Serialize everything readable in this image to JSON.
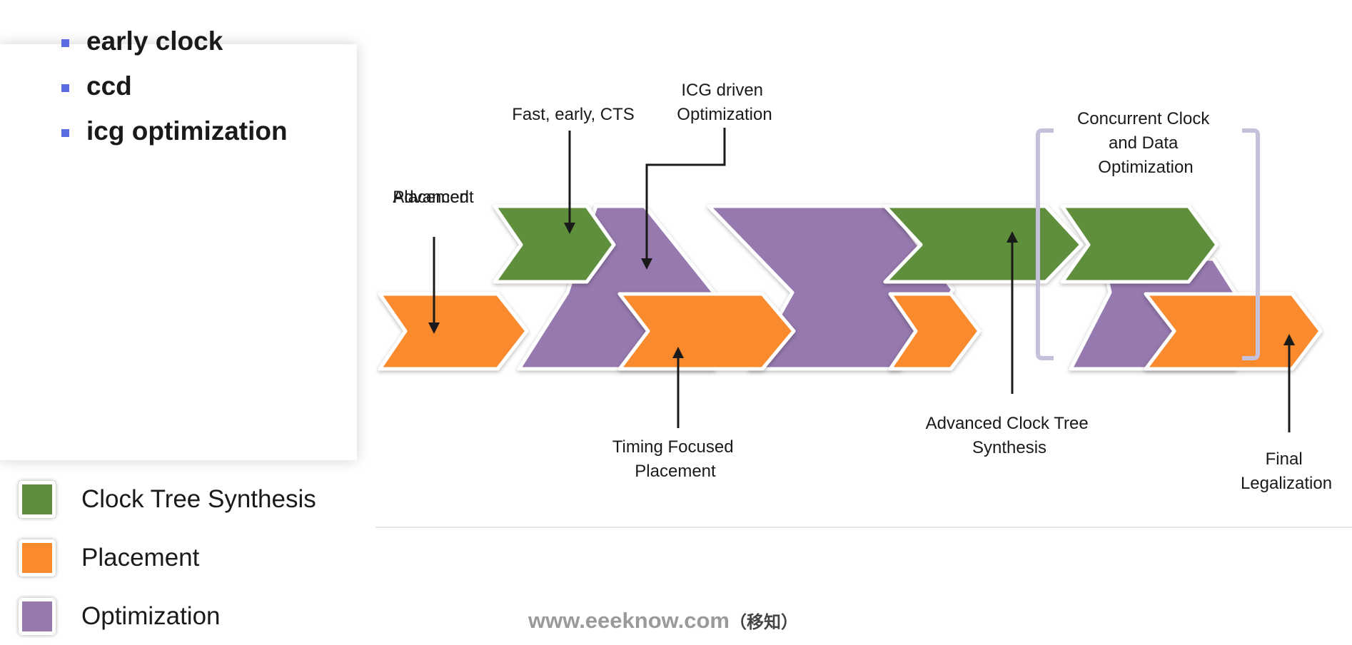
{
  "bullets": [
    "early clock",
    "ccd",
    "icg optimization"
  ],
  "colors": {
    "cts": "#5e8e3e",
    "placement": "#fa8a2d",
    "optimization": "#9679ae",
    "bracket": "#c7c0da",
    "bullet": "#5b6ee1",
    "watermark": "#9a9a9a"
  },
  "legend": [
    {
      "label": "Clock Tree Synthesis",
      "color": "#5e8e3e"
    },
    {
      "label": "Placement",
      "color": "#fa8a2d"
    },
    {
      "label": "Optimization",
      "color": "#9679ae"
    }
  ],
  "diagram": {
    "advanced_placement": {
      "line1": "Advanced",
      "line2": "Placement"
    },
    "fast_early_cts": "Fast, early, CTS",
    "icg_driven": {
      "line1": "ICG driven",
      "line2": "Optimization"
    },
    "concurrent": {
      "line1": "Concurrent Clock",
      "line2": "and Data",
      "line3": "Optimization"
    },
    "timing_focused": {
      "line1": "Timing Focused",
      "line2": "Placement"
    },
    "advanced_cts": {
      "line1": "Advanced Clock Tree",
      "line2": "Synthesis"
    },
    "final_legalization": {
      "line1": "Final",
      "line2": "Legalization"
    }
  },
  "watermark": {
    "url": "www.eeeknow.com",
    "suffix": "（移知）"
  }
}
